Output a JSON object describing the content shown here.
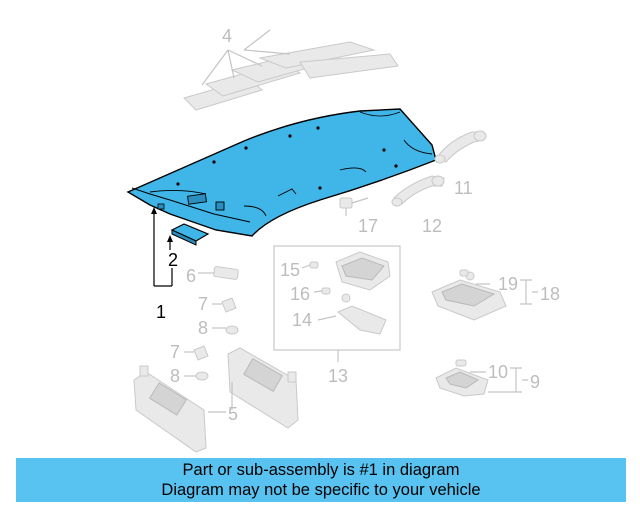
{
  "diagram": {
    "callouts": {
      "c1": "1",
      "c2": "2",
      "c4": "4",
      "c5": "5",
      "c6": "6",
      "c7a": "7",
      "c7b": "7",
      "c8a": "8",
      "c8b": "8",
      "c9": "9",
      "c10": "10",
      "c11": "11",
      "c12": "12",
      "c13": "13",
      "c14": "14",
      "c15": "15",
      "c16": "16",
      "c17": "17",
      "c18": "18",
      "c19": "19"
    },
    "colors": {
      "highlight_fill": "#3fb5e8",
      "highlight_stroke": "#000000",
      "ghost_fill": "#e9e9e9",
      "ghost_stroke": "#c9c9c9"
    }
  },
  "banner": {
    "line1": "Part or sub-assembly is #1 in diagram",
    "line2": "Diagram may not be specific to your vehicle",
    "color": "#58c2f0"
  }
}
